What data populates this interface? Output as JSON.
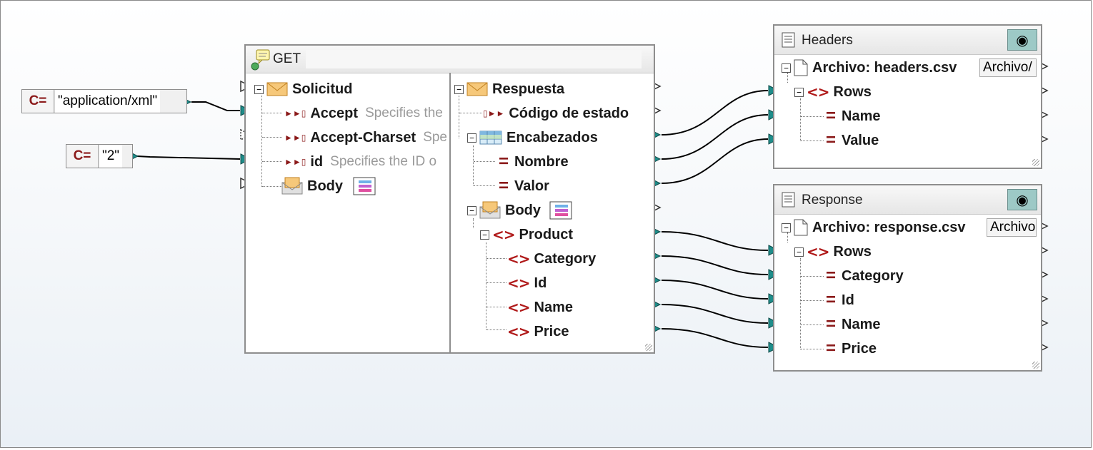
{
  "constants": [
    {
      "tag": "C=",
      "value": "\"application/xml\""
    },
    {
      "tag": "C=",
      "value": "\"2\""
    }
  ],
  "get_component": {
    "title": "GET",
    "request": {
      "root": "Solicitud",
      "items": [
        {
          "label": "Accept",
          "desc": "Specifies the"
        },
        {
          "label": "Accept-Charset",
          "desc": "Spe"
        },
        {
          "label": "id",
          "desc": "Specifies the ID o"
        },
        {
          "label": "Body"
        }
      ]
    },
    "response": {
      "root": "Respuesta",
      "status": "Código de estado",
      "headers": "Encabezados",
      "header_fields": [
        "Nombre",
        "Valor"
      ],
      "body": "Body",
      "product": "Product",
      "product_fields": [
        "Category",
        "Id",
        "Name",
        "Price"
      ]
    }
  },
  "headers_component": {
    "title": "Headers",
    "file": "Archivo: headers.csv",
    "file_button": "Archivo/",
    "rows": "Rows",
    "fields": [
      "Name",
      "Value"
    ]
  },
  "response_component": {
    "title": "Response",
    "file": "Archivo: response.csv",
    "file_button": "Archivo",
    "rows": "Rows",
    "fields": [
      "Category",
      "Id",
      "Name",
      "Price"
    ]
  },
  "icons": {
    "eye": "eye-icon",
    "document": "document-icon",
    "envelope": "envelope-icon",
    "table": "table-icon",
    "xml_element": "xml-element-icon",
    "parameter": "parameter-icon",
    "field": "field-icon"
  },
  "colors": {
    "connector": "#1f8d8a",
    "wire": "#000000",
    "element": "#b01a1a",
    "eye_button": "#9dc9c6"
  }
}
